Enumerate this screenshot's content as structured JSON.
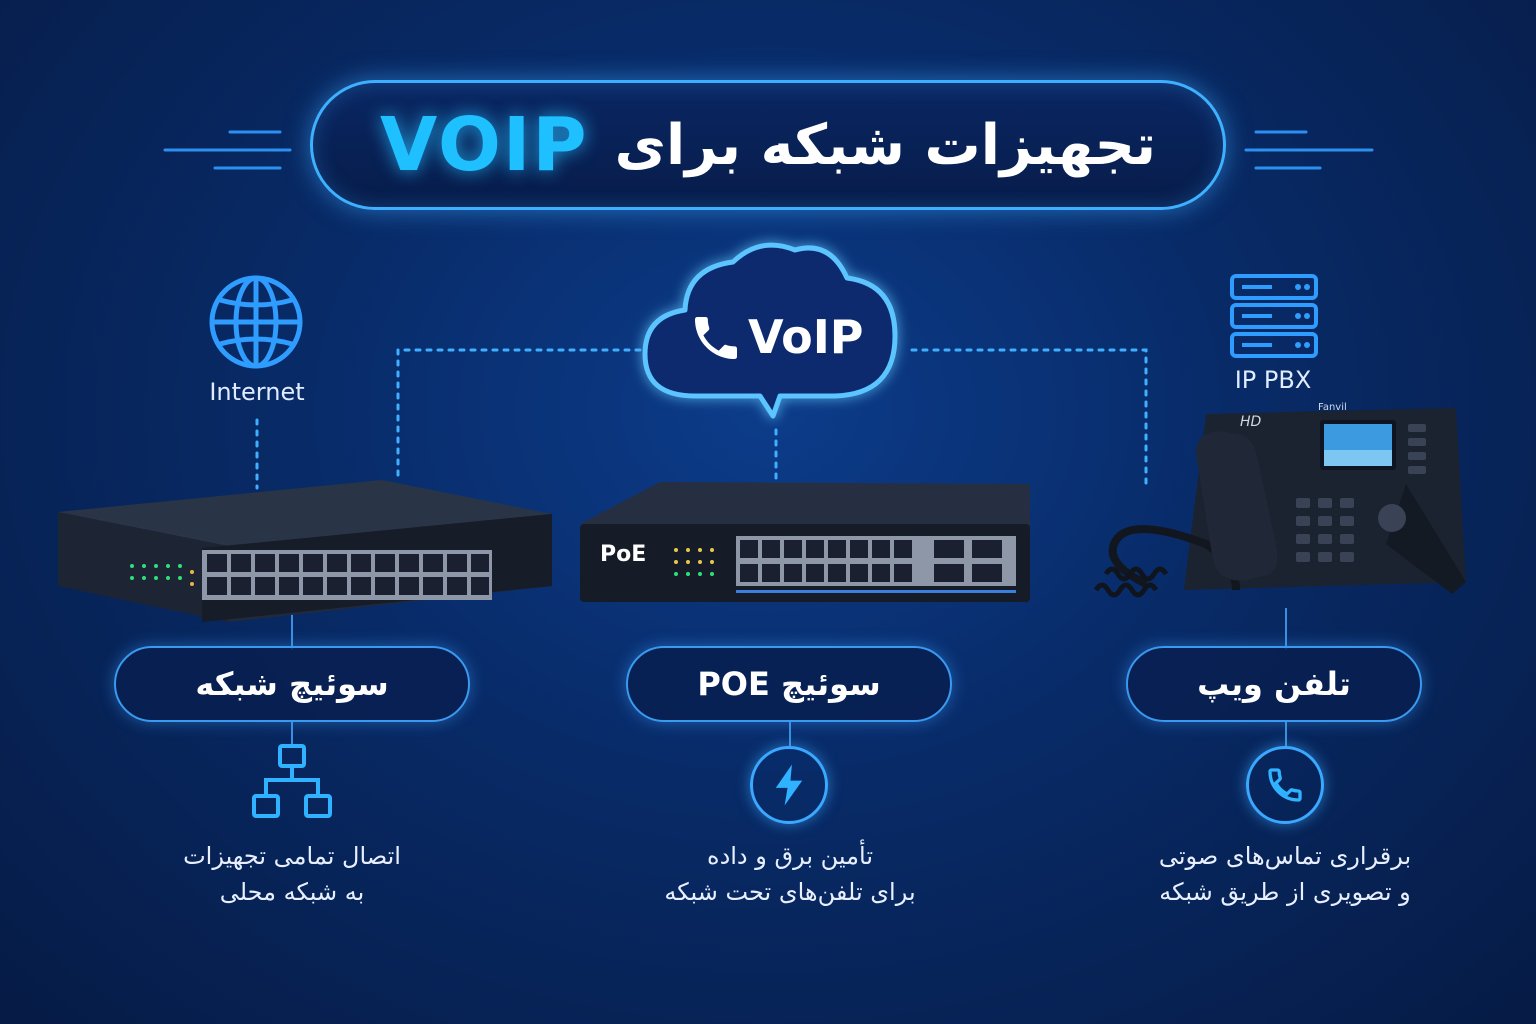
{
  "title": {
    "persian": "تجهیزات شبکه برای",
    "english": "VOIP"
  },
  "cloud": {
    "label": "VoIP"
  },
  "internet": {
    "label": "Internet"
  },
  "pbx": {
    "label": "IP PBX"
  },
  "poe_switch": {
    "badge": "PoE"
  },
  "phone": {
    "brand": "Fanvil",
    "hd": "HD"
  },
  "cards": [
    {
      "title": "سوئیچ شبکه",
      "line1": "اتصال تمامی تجهیزات",
      "line2": "به شبکه محلی"
    },
    {
      "title": "سوئیچ POE",
      "line1": "تأمین برق و داده",
      "line2": "برای تلفن‌های تحت شبکه"
    },
    {
      "title": "تلفن ویپ",
      "line1": "برقراری تماس‌های صوتی",
      "line2": "و تصویری از طریق شبکه"
    }
  ],
  "colors": {
    "accent": "#1fc0ff",
    "glow": "#3fb0ff",
    "background": "#082a66"
  },
  "icons": [
    "globe-icon",
    "server-icon",
    "phone-icon",
    "network-tree-icon",
    "lightning-icon",
    "cloud-icon"
  ]
}
